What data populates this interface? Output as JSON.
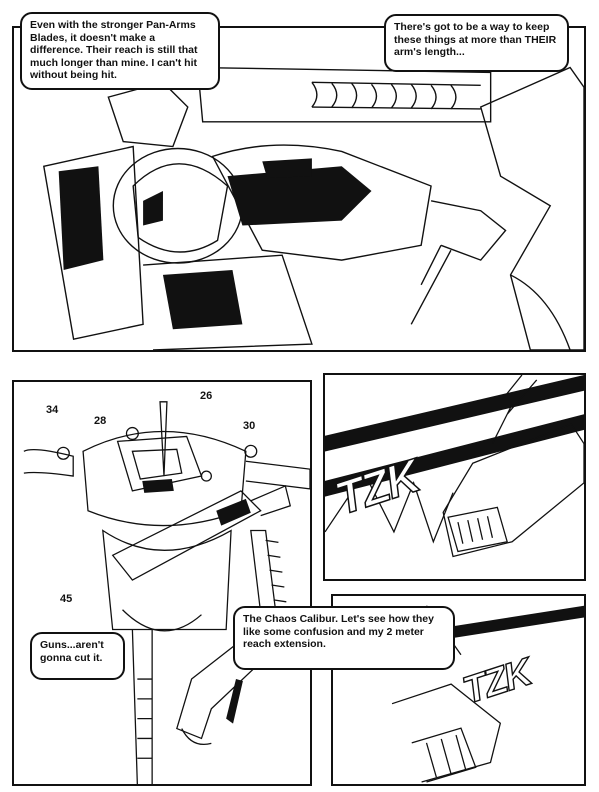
{
  "page": {
    "panel1": {
      "caption_left": "Even with the stronger Pan-Arms Blades, it doesn't make a difference. Their reach is still that much longer than mine. I can't hit without being hit.",
      "caption_right": "There's got to be a way to keep these things at more than THEIR arm's length..."
    },
    "panel2": {
      "targets": [
        "34",
        "28",
        "26",
        "30",
        "45"
      ],
      "caption": "Guns...aren't gonna cut it."
    },
    "panel3": {
      "sfx": "TZK"
    },
    "panel4": {
      "sfx": "TZK",
      "caption": "The Chaos Calibur. Let's see how they like some confusion and my 2 meter reach extension."
    }
  }
}
